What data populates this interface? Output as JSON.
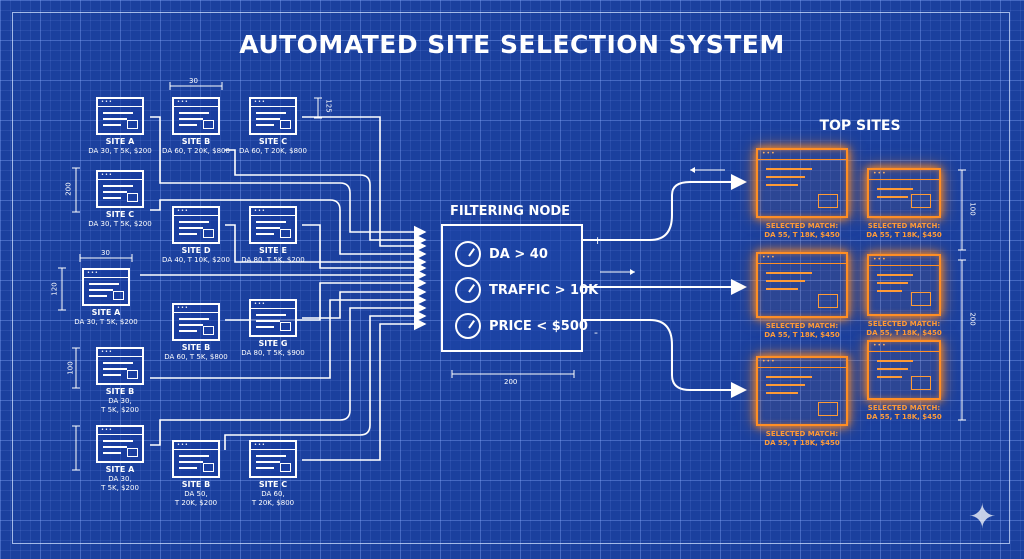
{
  "title": "AUTOMATED SITE SELECTION SYSTEM",
  "top_sites_label": "TOP SITES",
  "filter_node": {
    "title": "FILTERING NODE",
    "criteria": [
      "DA > 40",
      "TRAFFIC > 10K",
      "PRICE < $500"
    ],
    "width_label": "200"
  },
  "sites": [
    {
      "name": "SITE A",
      "metrics": [
        "DA 30, T 5K, $200"
      ]
    },
    {
      "name": "SITE B",
      "metrics": [
        "DA 60, T 20K, $800"
      ]
    },
    {
      "name": "SITE C",
      "metrics": [
        "DA 60, T 20K, $800"
      ]
    },
    {
      "name": "SITE C",
      "metrics": [
        "DA 30, T 5K, $200"
      ]
    },
    {
      "name": "SITE D",
      "metrics": [
        "DA 40, T 10K, $200"
      ]
    },
    {
      "name": "SITE E",
      "metrics": [
        "DA 80, T 5K, $200"
      ]
    },
    {
      "name": "SITE A",
      "metrics": [
        "DA 30, T 5K, $200"
      ]
    },
    {
      "name": "SITE B",
      "metrics": [
        "DA 60, T 5K, $800"
      ]
    },
    {
      "name": "SITE G",
      "metrics": [
        "DA 80, T 5K, $900"
      ]
    },
    {
      "name": "SITE B",
      "metrics": [
        "DA 30,",
        "T 5K, $200"
      ]
    },
    {
      "name": "SITE A",
      "metrics": [
        "DA 30,",
        "T 5K, $200"
      ]
    },
    {
      "name": "SITE B",
      "metrics": [
        "DA 50,",
        "T 20K, $200"
      ]
    },
    {
      "name": "SITE C",
      "metrics": [
        "DA 60,",
        "T 20K, $800"
      ]
    }
  ],
  "matches": [
    {
      "label": "SELECTED MATCH:",
      "metrics": "DA 55, T 18K, $450"
    },
    {
      "label": "SELECTED MATCH:",
      "metrics": "DA 55, T 18K, $450"
    },
    {
      "label": "SELECTED MATCH:",
      "metrics": "DA 55, T 18K, $450"
    },
    {
      "label": "SELECTED MATCH:",
      "metrics": "DA 55, T 18K, $450"
    },
    {
      "label": "SELECTED MATCH:",
      "metrics": "DA 55, T 18K, $450"
    },
    {
      "label": "SELECTED MATCH:",
      "metrics": "DA 55, T 18K, $450"
    }
  ],
  "dimensions": {
    "top_width": "30",
    "top_height": "125",
    "left_height_1": "200",
    "left_width": "30",
    "left_height_2": "120",
    "left_height_3": "100",
    "right_height_1": "100",
    "right_height_2": "200",
    "plus_sign": "+",
    "minus_sign": "-"
  },
  "colors": {
    "background": "#1b409e",
    "line": "#ffffff",
    "match": "#ff8e24"
  }
}
